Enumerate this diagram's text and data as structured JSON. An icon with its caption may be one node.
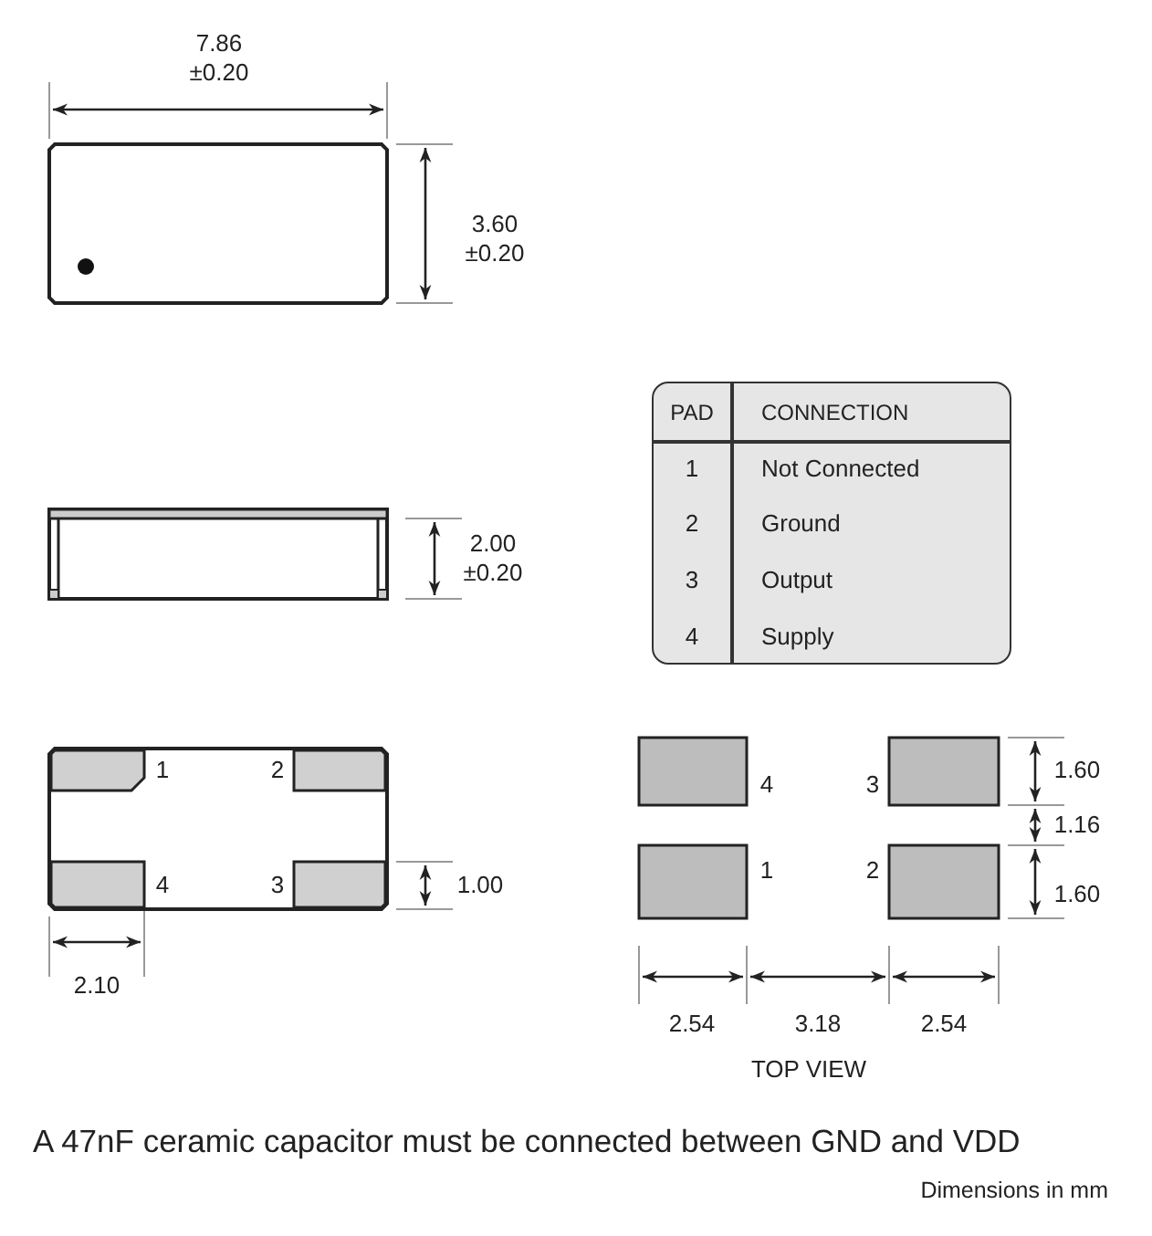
{
  "diagram": {
    "labels": [
      "7.86 ±0.20",
      "3.60 ±0.20",
      "PAD",
      "CONNECTION",
      "1",
      "Not Connected",
      "2",
      "Ground",
      "3",
      "Output",
      "4",
      "Supply",
      "2.00 ±0.20",
      "1",
      "2",
      "1.60",
      "4",
      "3",
      "1.16",
      "4",
      "3",
      "1.00",
      "1",
      "2",
      "1.60",
      "2.10",
      "2.54",
      "3.18",
      "2.54",
      "TOP VIEW",
      "A 47nF ceramic capacitor must be connected between GND and VDD",
      "Dimensions in mm"
    ]
  }
}
